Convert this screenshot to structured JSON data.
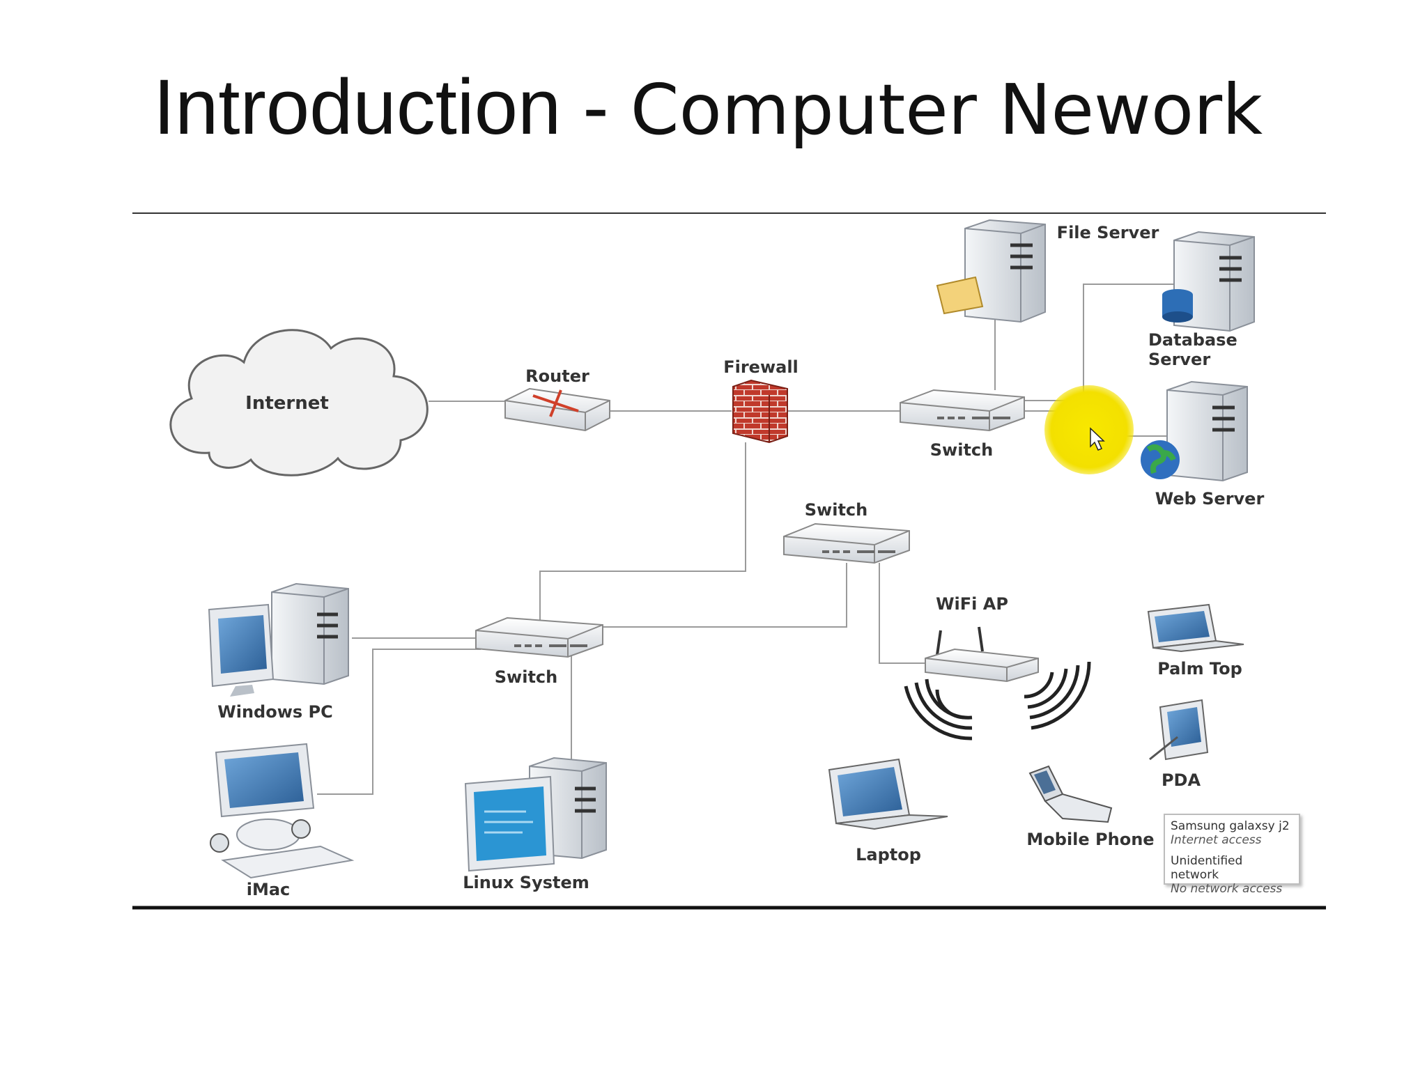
{
  "slide": {
    "title_main": "Introduction - ",
    "title_rest": "Computer Nework"
  },
  "nodes": {
    "internet": "Internet",
    "router": "Router",
    "firewall": "Firewall",
    "switch_top": "Switch",
    "file_server": "File Server",
    "database_server_1": "Database",
    "database_server_2": "Server",
    "web_server": "Web Server",
    "switch_mid": "Switch",
    "switch_left": "Switch",
    "wifi_ap": "WiFi AP",
    "windows_pc": "Windows PC",
    "imac": "iMac",
    "linux_system": "Linux System",
    "laptop": "Laptop",
    "mobile_phone": "Mobile Phone",
    "palm_top": "Palm Top",
    "pda": "PDA"
  },
  "network_tooltip": {
    "line1": "Samsung galaxsy j2",
    "line2": "Internet access",
    "line3": "Unidentified network",
    "line4": "No network access"
  },
  "colors": {
    "highlight": "#f5e400",
    "firewall": "#c0392b",
    "screen": "#3a7fc1"
  }
}
